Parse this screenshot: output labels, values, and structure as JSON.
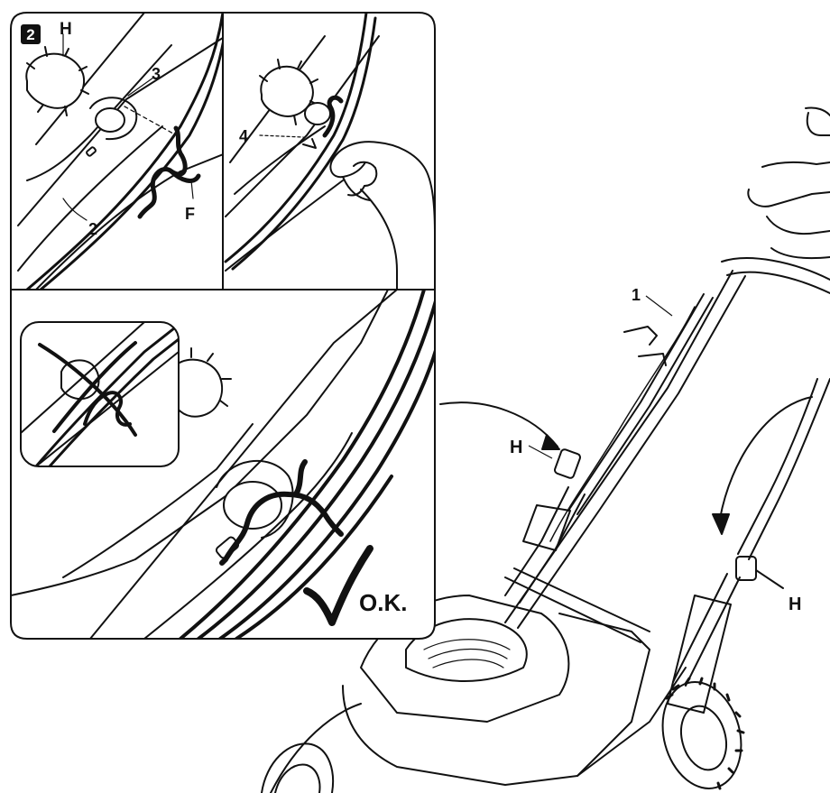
{
  "figure": {
    "step_number": "2",
    "panels": {
      "detail_top_left": {
        "labels": {
          "knob": "H",
          "hole": "3",
          "handle": "2",
          "cable": "F"
        }
      },
      "detail_top_right": {
        "labels": {
          "clip": "4"
        }
      },
      "detail_bottom": {
        "ok_text": "O.K."
      }
    },
    "main_view": {
      "labels": {
        "handle_upper": "1",
        "knob_left": "H",
        "knob_right": "H"
      }
    }
  },
  "colors": {
    "ink": "#111111",
    "background": "#ffffff"
  }
}
